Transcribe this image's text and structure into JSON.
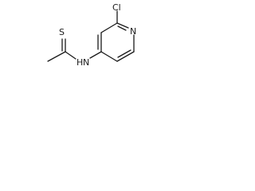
{
  "structure": {
    "atoms": {
      "sulfur": "S",
      "chlorine": "Cl",
      "ring_nitrogen": "N",
      "amide_nitrogen": "N",
      "amide_hydrogen": "H"
    }
  }
}
